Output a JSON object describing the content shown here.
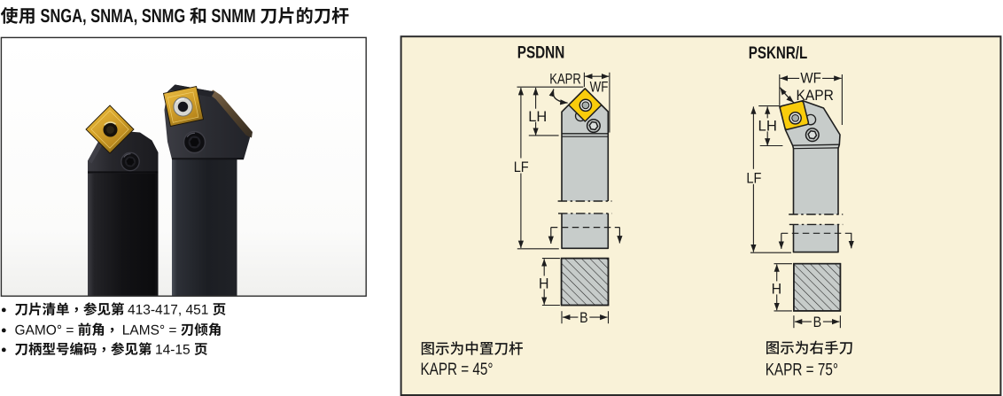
{
  "page": {
    "title": "使用 SNGA, SNMA, SNMG 和 SNMM 刀片的刀杆"
  },
  "notes": {
    "items": [
      "刀片清单，参见第 413-417, 451 页",
      "GAMO° = 前角， LAMS° = 刃倾角",
      "刀柄型号编码，参见第 14-15 页"
    ]
  },
  "photo": {
    "caption": ""
  },
  "panel": {
    "diagrams": [
      {
        "name": "PSDNN",
        "labels": {
          "kapr": "KAPR",
          "wf": "WF",
          "lh": "LH",
          "lf": "LF",
          "h": "H",
          "b": "B"
        },
        "caption": "图示为中置刀杆",
        "angle_note": "KAPR = 45°"
      },
      {
        "name": "PSKNR/L",
        "labels": {
          "kapr": "KAPR",
          "wf": "WF",
          "lh": "LH",
          "lf": "LF",
          "h": "H",
          "b": "B"
        },
        "caption": "图示为右手刀",
        "angle_note": "KAPR = 75°"
      }
    ]
  },
  "colors": {
    "panel_bg": "#F9F2D8",
    "panel_border": "#2B2B2B",
    "line": "#1E1E1E",
    "steel_gray": "#C7CCCA",
    "insert_yellow": "#F9CC0B",
    "text": "#161616"
  }
}
